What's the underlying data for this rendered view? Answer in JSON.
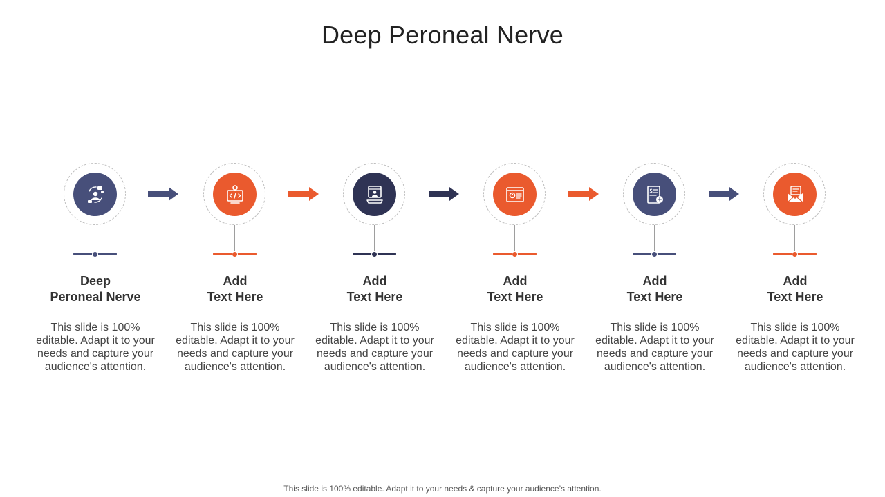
{
  "title": "Deep Peroneal Nerve",
  "colors": {
    "navy": "#474f7a",
    "orange": "#ea5a2e",
    "dark": "#2f3354"
  },
  "steps": [
    {
      "heading": [
        "Deep",
        "Peroneal Nerve"
      ],
      "text": "This slide is 100% editable. Adapt it to your needs and capture your audience's attention.",
      "icon": "customer-support-icon",
      "color": "#474f7a"
    },
    {
      "heading": [
        "Add",
        "Text Here"
      ],
      "text": "This slide is 100% editable. Adapt it to your needs and capture your audience's attention.",
      "icon": "web-coding-icon",
      "color": "#ea5a2e"
    },
    {
      "heading": [
        "Add",
        "Text Here"
      ],
      "text": "This slide is 100% editable. Adapt it to your needs and capture your audience's attention.",
      "icon": "online-profile-icon",
      "color": "#2f3354"
    },
    {
      "heading": [
        "Add",
        "Text Here"
      ],
      "text": "This slide is 100% editable. Adapt it to your needs and capture your audience's attention.",
      "icon": "profile-window-icon",
      "color": "#ea5a2e"
    },
    {
      "heading": [
        "Add",
        "Text Here"
      ],
      "text": "This slide is 100% editable. Adapt it to your needs and capture your audience's attention.",
      "icon": "legal-document-icon",
      "color": "#474f7a"
    },
    {
      "heading": [
        "Add",
        "Text Here"
      ],
      "text": "This slide is 100% editable. Adapt it to your needs and capture your audience's attention.",
      "icon": "email-envelope-icon",
      "color": "#ea5a2e"
    }
  ],
  "arrows": [
    {
      "color": "#474f7a"
    },
    {
      "color": "#ea5a2e"
    },
    {
      "color": "#2f3354"
    },
    {
      "color": "#ea5a2e"
    },
    {
      "color": "#474f7a"
    }
  ],
  "footer": "This slide is 100% editable. Adapt it to your needs & capture your audience’s attention."
}
